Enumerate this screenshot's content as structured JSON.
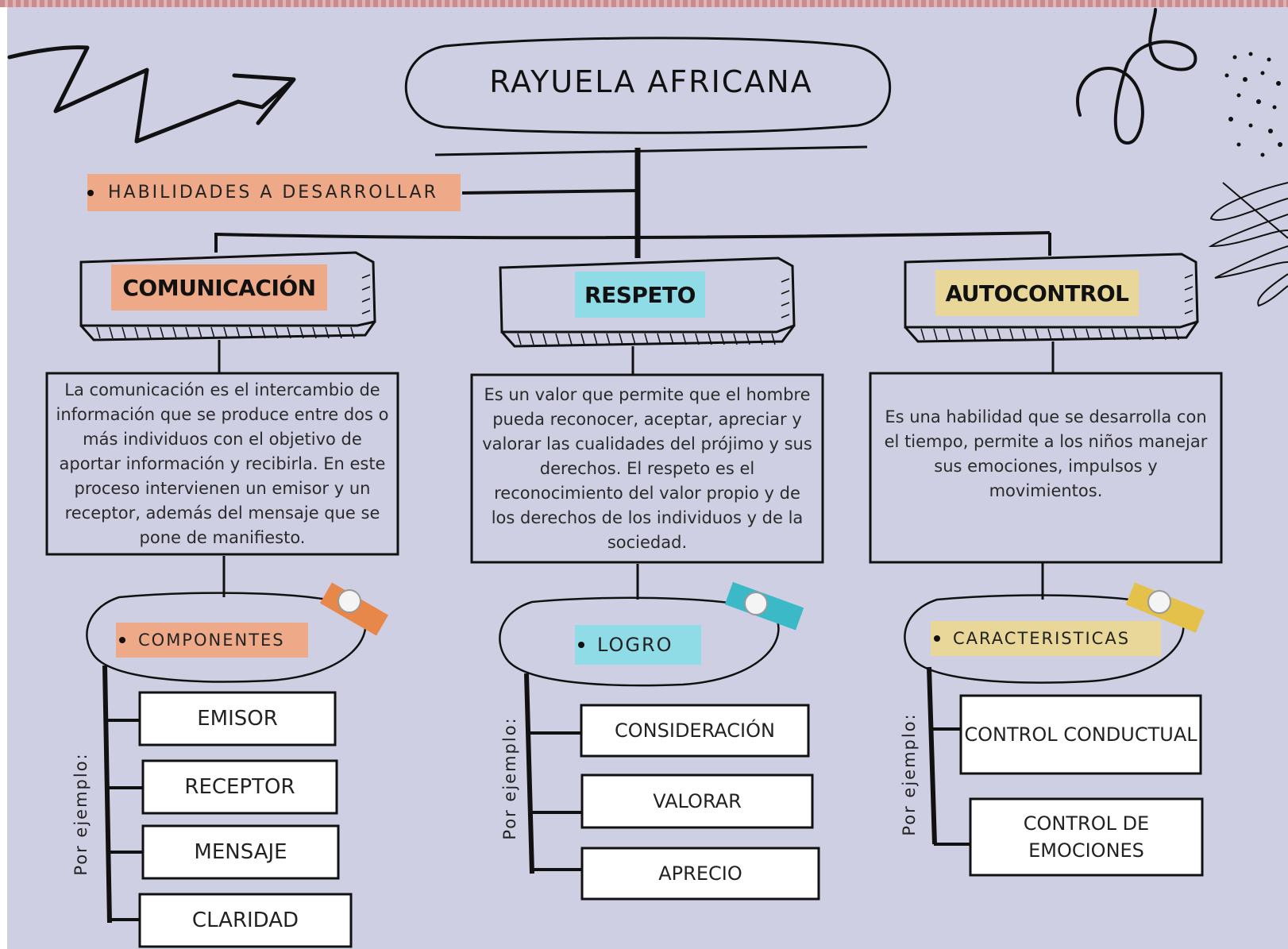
{
  "title": "RAYUELA AFRICANA",
  "habilidades": "HABILIDADES A DESARROLLAR",
  "example_label": "Por ejemplo:",
  "colors": {
    "background": "#cfcfe4",
    "orange": "#eeaa88",
    "cyan": "#8fdbe6",
    "yellow": "#e9d79a"
  },
  "columns": [
    {
      "heading": "COMUNICACIÓN",
      "description": "La comunicación es el intercambio de información que se produce entre dos o más individuos con el objetivo de aportar información y recibirla. En este proceso intervienen un emisor y un receptor, además del mensaje que se pone de manifiesto.",
      "subheading": "COMPONENTES",
      "items": [
        "EMISOR",
        "RECEPTOR",
        "MENSAJE",
        "CLARIDAD"
      ]
    },
    {
      "heading": "RESPETO",
      "description": "Es un valor que permite que el hombre pueda reconocer, aceptar, apreciar y valorar las cualidades del prójimo y sus derechos. El respeto es el reconocimiento del valor propio y de los derechos de los individuos y de la sociedad.",
      "subheading": "LOGRO",
      "items": [
        "CONSIDERACIÓN",
        "VALORAR",
        "APRECIO"
      ]
    },
    {
      "heading": "AUTOCONTROL",
      "description": "Es una habilidad que se desarrolla con el tiempo, permite a los niños manejar sus emociones, impulsos y movimientos.",
      "subheading": "CARACTERISTICAS",
      "items": [
        "CONTROL CONDUCTUAL",
        "CONTROL DE EMOCIONES"
      ]
    }
  ]
}
